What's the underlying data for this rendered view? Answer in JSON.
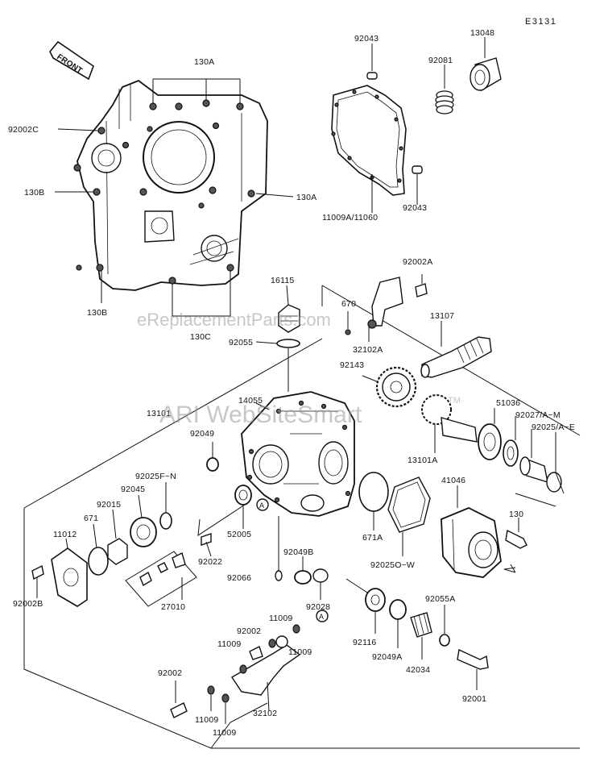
{
  "diagram_code": "E3131",
  "front_arrow_label": "FRONT",
  "watermarks": {
    "site": "eReplacementParts.com",
    "brand": "ARI WebSiteSmart",
    "tm": "TM"
  },
  "callouts": {
    "p92043_top": "92043",
    "p13048": "13048",
    "p92081": "92081",
    "p130A_top": "130A",
    "p92002C": "92002C",
    "p130B_a": "130B",
    "p130A_right": "130A",
    "p92043_low": "92043",
    "p11009A": "11009A/11060",
    "p130B_b": "130B",
    "p130C": "130C",
    "p16115": "16115",
    "p92002A": "92002A",
    "p670": "670",
    "p13107": "13107",
    "p92055": "92055",
    "p32102A": "32102A",
    "p92143": "92143",
    "p14055": "14055",
    "p13101": "13101",
    "p51036": "51036",
    "p92027": "92027/A~M",
    "p92025AE": "92025/A~E",
    "p92049": "92049",
    "p13101A": "13101A",
    "p92025FN": "92025F~N",
    "p41046": "41046",
    "p92045": "92045",
    "p92015": "92015",
    "p671": "671",
    "p11012": "11012",
    "p52005": "52005",
    "p130_right": "130",
    "p671A": "671A",
    "p92022": "92022",
    "p92049B": "92049B",
    "p92025OW": "92025O~W",
    "p92002B": "92002B",
    "p92066": "92066",
    "p27010": "27010",
    "p92028": "92028",
    "p92055A": "92055A",
    "p11009_t": "11009",
    "p92002_m": "92002",
    "p11009_l": "11009",
    "p11009_r": "11009",
    "p92116": "92116",
    "p92049A": "92049A",
    "p42034": "42034",
    "p92002_low": "92002",
    "p92001": "92001",
    "p32102": "32102",
    "p11009_b1": "11009",
    "p11009_b2": "11009",
    "ref_A": "A"
  }
}
